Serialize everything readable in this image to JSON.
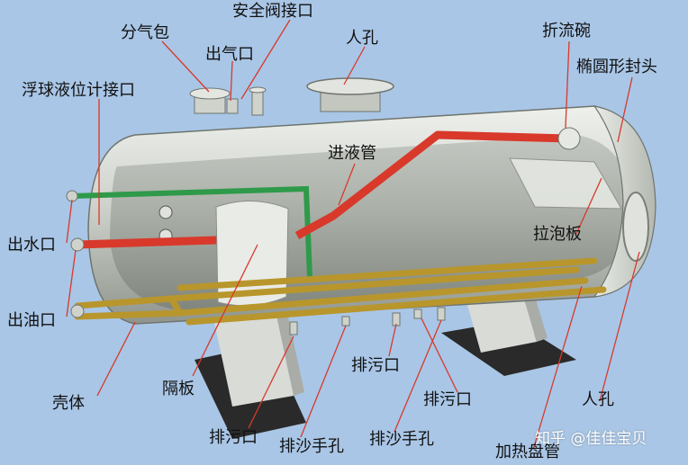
{
  "labels": {
    "separator_drum": "分气包",
    "safety_valve_port": "安全阀接口",
    "gas_outlet": "出气口",
    "manhole_top": "人孔",
    "deflector_bowl": "折流碗",
    "ellipsoidal_head": "椭圆形封头",
    "float_level_port": "浮球液位计接口",
    "inlet_pipe": "进液管",
    "water_outlet": "出水口",
    "baffle_plate": "拉泡板",
    "oil_outlet": "出油口",
    "drain_right": "排污口",
    "partition": "隔板",
    "shell": "壳体",
    "drain_middle": "排污口",
    "manhole_end": "人孔",
    "drain_bottom": "排污口",
    "sand_hole_left": "排沙手孔",
    "sand_hole_right": "排沙手孔",
    "heating_coil": "加热盘管"
  },
  "watermark": "知乎 @佳佳宝贝",
  "colors": {
    "background": "#a9c6e6",
    "shell": "#c9cdc6",
    "red_pipe": "#d8392b",
    "green_pipe": "#2e9a4a",
    "coil": "#b8962c",
    "leader": "#d8392b",
    "support": "#d7d9d6",
    "base": "#2a2a2a"
  }
}
